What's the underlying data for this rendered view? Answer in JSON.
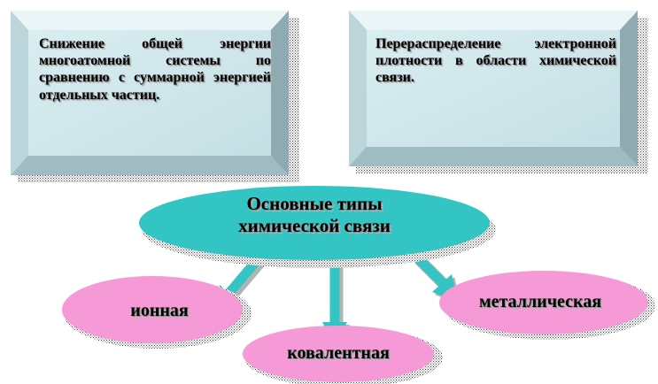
{
  "boxes": {
    "left_text": "Снижение общей энергии многоатомной системы по сравнению с суммарной энергией отдельных частиц.",
    "right_text": "Перераспределение электронной плотности в области химической связи."
  },
  "center": {
    "title": "Основные типы химической связи"
  },
  "types": {
    "ionic": "ионная",
    "covalent": "ковалентная",
    "metallic": "металлическая"
  },
  "colors": {
    "box_face": "#cfe6ea",
    "box_top": "#e8f4f6",
    "box_side": "#9cb7bd",
    "box_dark": "#6f8c92",
    "central_oval": "#33c4c4",
    "type_oval": "#f59ad6",
    "arrow": "#33c4c4"
  }
}
